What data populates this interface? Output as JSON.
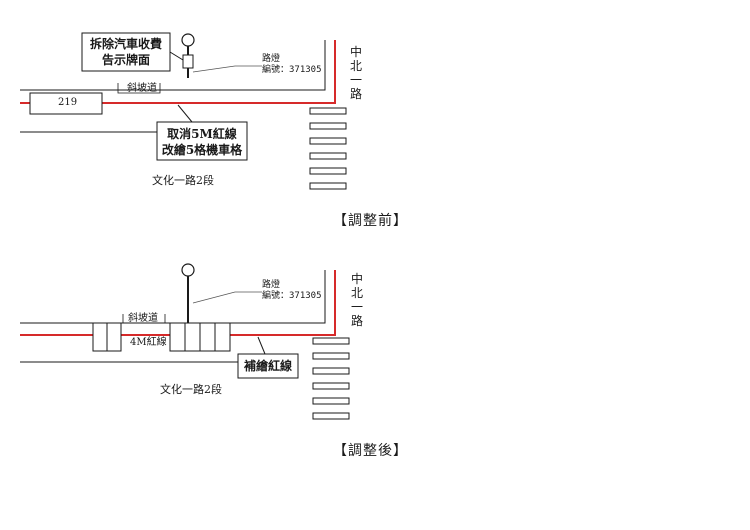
{
  "before": {
    "sign_label_line1": "拆除汽車收費",
    "sign_label_line2": "告示牌面",
    "pole_id_line1": "路燈",
    "pole_id_line2": "編號：371305",
    "north_road": [
      "中",
      "北",
      "一",
      "路"
    ],
    "ramp_label": "斜坡道",
    "building_number": "219",
    "change_line1": "取消5M紅線",
    "change_line2": "改繪5格機車格",
    "street_label": "文化一路2段",
    "caption": "【調整前】"
  },
  "after": {
    "pole_id_line1": "路燈",
    "pole_id_line2": "編號：371305",
    "north_road": [
      "中",
      "北",
      "一",
      "路"
    ],
    "ramp_label": "斜坡道",
    "red_line_label": "4M紅線",
    "added_label": "補繪紅線",
    "street_label": "文化一路2段",
    "caption": "【調整後】"
  },
  "colors": {
    "red_line": "#d62a2a",
    "ink": "#1a1a1a",
    "gray_line": "#555555"
  }
}
